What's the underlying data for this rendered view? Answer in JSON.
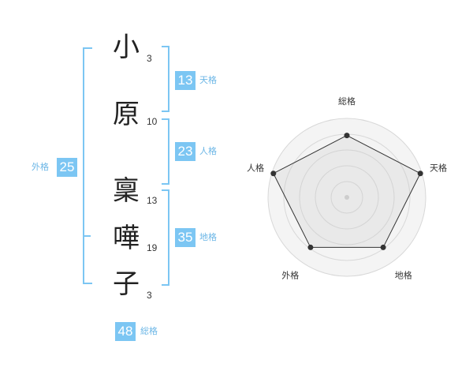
{
  "name_chars": [
    "小",
    "原",
    "稟",
    "嘩",
    "子"
  ],
  "strokes": [
    "3",
    "10",
    "13",
    "19",
    "3"
  ],
  "kakaku": {
    "tenkaku": {
      "value": "13",
      "label": "天格"
    },
    "jinkaku": {
      "value": "23",
      "label": "人格"
    },
    "chikaku": {
      "value": "35",
      "label": "地格"
    },
    "gaikaku": {
      "value": "25",
      "label": "外格"
    },
    "soukaku": {
      "value": "48",
      "label": "総格"
    }
  },
  "colors": {
    "accent": "#7cc6f3",
    "label": "#6bb6e6"
  },
  "chart_data": {
    "type": "radar",
    "axes": [
      "総格",
      "天格",
      "地格",
      "外格",
      "人格"
    ],
    "values": [
      4,
      5,
      4,
      4,
      5
    ],
    "range": [
      0,
      5
    ],
    "grid": true
  }
}
